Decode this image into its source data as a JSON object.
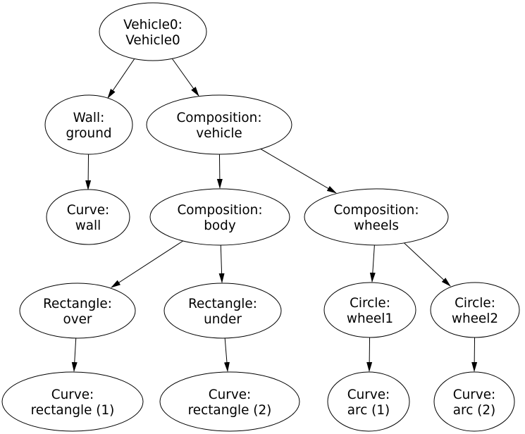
{
  "diagram": {
    "type": "tree-graph",
    "background_color": "#ffffff",
    "node_fill_color": "#ffffff",
    "node_stroke_color": "#000000",
    "edge_color": "#000000",
    "text_color": "#000000",
    "nodes": {
      "vehicle0": {
        "line1": "Vehicle0:",
        "line2": "Vehicle0"
      },
      "wall_ground": {
        "line1": "Wall:",
        "line2": "ground"
      },
      "composition_vehicle": {
        "line1": "Composition:",
        "line2": "vehicle"
      },
      "curve_wall": {
        "line1": "Curve:",
        "line2": "wall"
      },
      "composition_body": {
        "line1": "Composition:",
        "line2": "body"
      },
      "composition_wheels": {
        "line1": "Composition:",
        "line2": "wheels"
      },
      "rectangle_over": {
        "line1": "Rectangle:",
        "line2": "over"
      },
      "rectangle_under": {
        "line1": "Rectangle:",
        "line2": "under"
      },
      "circle_wheel1": {
        "line1": "Circle:",
        "line2": "wheel1"
      },
      "circle_wheel2": {
        "line1": "Circle:",
        "line2": "wheel2"
      },
      "curve_rectangle1": {
        "line1": "Curve:",
        "line2": "rectangle (1)"
      },
      "curve_rectangle2": {
        "line1": "Curve:",
        "line2": "rectangle (2)"
      },
      "curve_arc1": {
        "line1": "Curve:",
        "line2": "arc (1)"
      },
      "curve_arc2": {
        "line1": "Curve:",
        "line2": "arc (2)"
      }
    },
    "edges": [
      {
        "from": "vehicle0",
        "to": "wall_ground"
      },
      {
        "from": "vehicle0",
        "to": "composition_vehicle"
      },
      {
        "from": "wall_ground",
        "to": "curve_wall"
      },
      {
        "from": "composition_vehicle",
        "to": "composition_body"
      },
      {
        "from": "composition_vehicle",
        "to": "composition_wheels"
      },
      {
        "from": "composition_body",
        "to": "rectangle_over"
      },
      {
        "from": "composition_body",
        "to": "rectangle_under"
      },
      {
        "from": "composition_wheels",
        "to": "circle_wheel1"
      },
      {
        "from": "composition_wheels",
        "to": "circle_wheel2"
      },
      {
        "from": "rectangle_over",
        "to": "curve_rectangle1"
      },
      {
        "from": "rectangle_under",
        "to": "curve_rectangle2"
      },
      {
        "from": "circle_wheel1",
        "to": "curve_arc1"
      },
      {
        "from": "circle_wheel2",
        "to": "curve_arc2"
      }
    ]
  }
}
